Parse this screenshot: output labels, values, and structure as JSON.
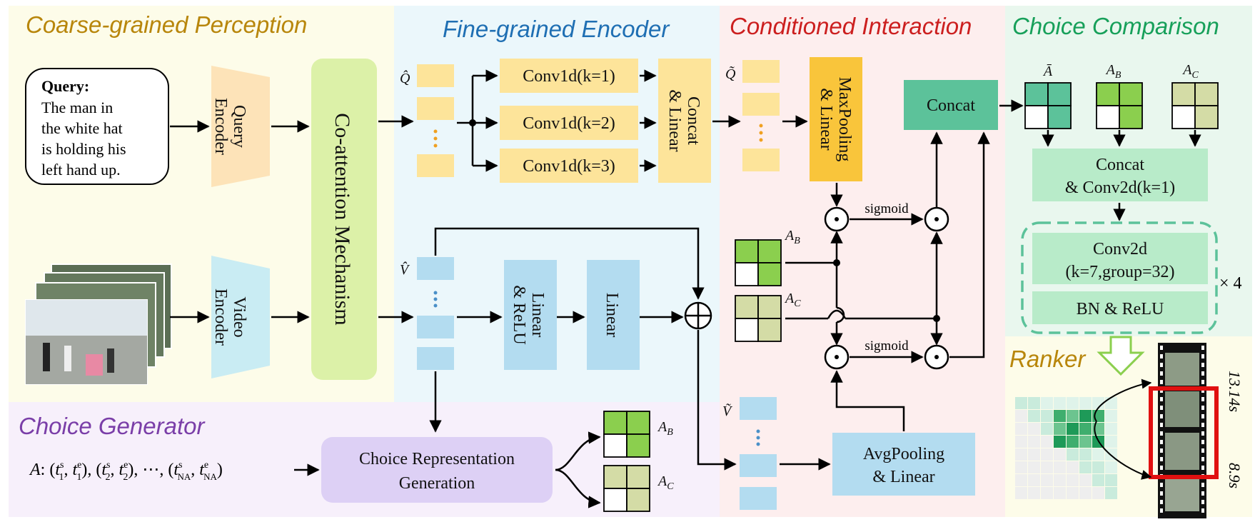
{
  "sections": {
    "coarse": {
      "title": "Coarse-grained Perception",
      "color": "#b8860b"
    },
    "fine": {
      "title": "Fine-grained Encoder",
      "color": "#1f6fb3"
    },
    "cond": {
      "title": "Conditioned Interaction",
      "color": "#cc1f1f"
    },
    "choice": {
      "title": "Choice Comparison",
      "color": "#17a05a"
    },
    "generator": {
      "title": "Choice Generator",
      "color": "#7a3ea8"
    },
    "ranker": {
      "title": "Ranker",
      "color": "#b8860b"
    }
  },
  "query": {
    "label": "Query:",
    "lines": [
      "The man in",
      "the white hat",
      "is holding his",
      "left hand up."
    ]
  },
  "encoders": {
    "query": [
      "Query",
      "Encoder"
    ],
    "video": [
      "Video",
      "Encoder"
    ]
  },
  "coattention": "Co-attention Mechanism",
  "fine_encoder": {
    "q_hat": "Q̂",
    "v_hat": "V̂",
    "conv1": "Conv1d(k=1)",
    "conv2": "Conv1d(k=2)",
    "conv3": "Conv1d(k=3)",
    "concat_linear": [
      "Concat",
      "& Linear"
    ],
    "linear_relu": [
      "Linear",
      "& ReLU"
    ],
    "linear": "Linear"
  },
  "conditioned": {
    "q_tilde": "Q̃",
    "v_tilde": "Ṽ",
    "maxpool": [
      "MaxPooling",
      "& Linear"
    ],
    "concat": "Concat",
    "sigmoid_top": "sigmoid",
    "sigmoid_bottom": "sigmoid",
    "avgpool": [
      "AvgPooling",
      "& Linear"
    ],
    "ab": "A_B",
    "ac": "A_C"
  },
  "choice_comparison": {
    "a_bar": "Ā",
    "ab": "A_B",
    "ac": "A_C",
    "concat_conv": [
      "Concat",
      "& Conv2d(k=1)"
    ],
    "conv2d": [
      "Conv2d",
      "(k=7,group=32)"
    ],
    "bn_relu": "BN & ReLU",
    "repeat": "× 4"
  },
  "generator": {
    "formula": "A: (t₁ˢ, t₁ᵉ), (t₂ˢ, t₂ᵉ), ⋯, (t_NAˢ, t_NAᵉ)",
    "block": [
      "Choice Representation",
      "Generation"
    ],
    "ab": "A_B",
    "ac": "A_C"
  },
  "ranker": {
    "time_top": "13.14s",
    "time_bottom": "8.9s"
  },
  "icons": [
    "hadamard-icon",
    "add-icon",
    "down-arrow-icon",
    "film-strip-icon"
  ],
  "colors": {
    "green_dark": "#8bcf4e",
    "green_light": "#d4dca6",
    "teal": "#5cc29a",
    "yellow_box": "#fde49a",
    "orange_box": "#f9c53b",
    "blue_box": "#b3dcf0",
    "purple_box": "#ddd0f5"
  }
}
